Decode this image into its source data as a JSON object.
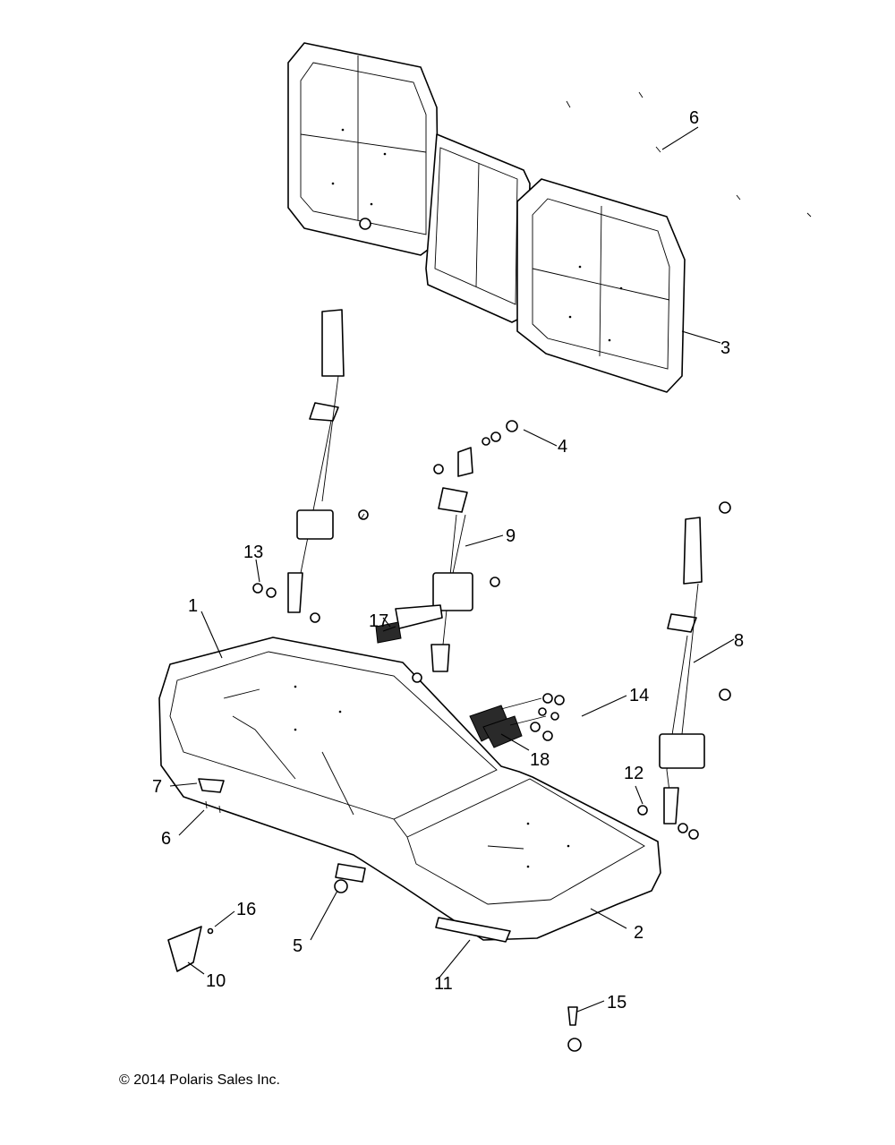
{
  "callouts": {
    "c1": "1",
    "c2": "2",
    "c3": "3",
    "c4": "4",
    "c5": "5",
    "c6a": "6",
    "c6b": "6",
    "c7": "7",
    "c8": "8",
    "c9": "9",
    "c10": "10",
    "c11": "11",
    "c12": "12",
    "c13": "13",
    "c14": "14",
    "c15": "15",
    "c16": "16",
    "c17": "17",
    "c18": "18"
  },
  "copyright": "© 2014 Polaris Sales Inc."
}
